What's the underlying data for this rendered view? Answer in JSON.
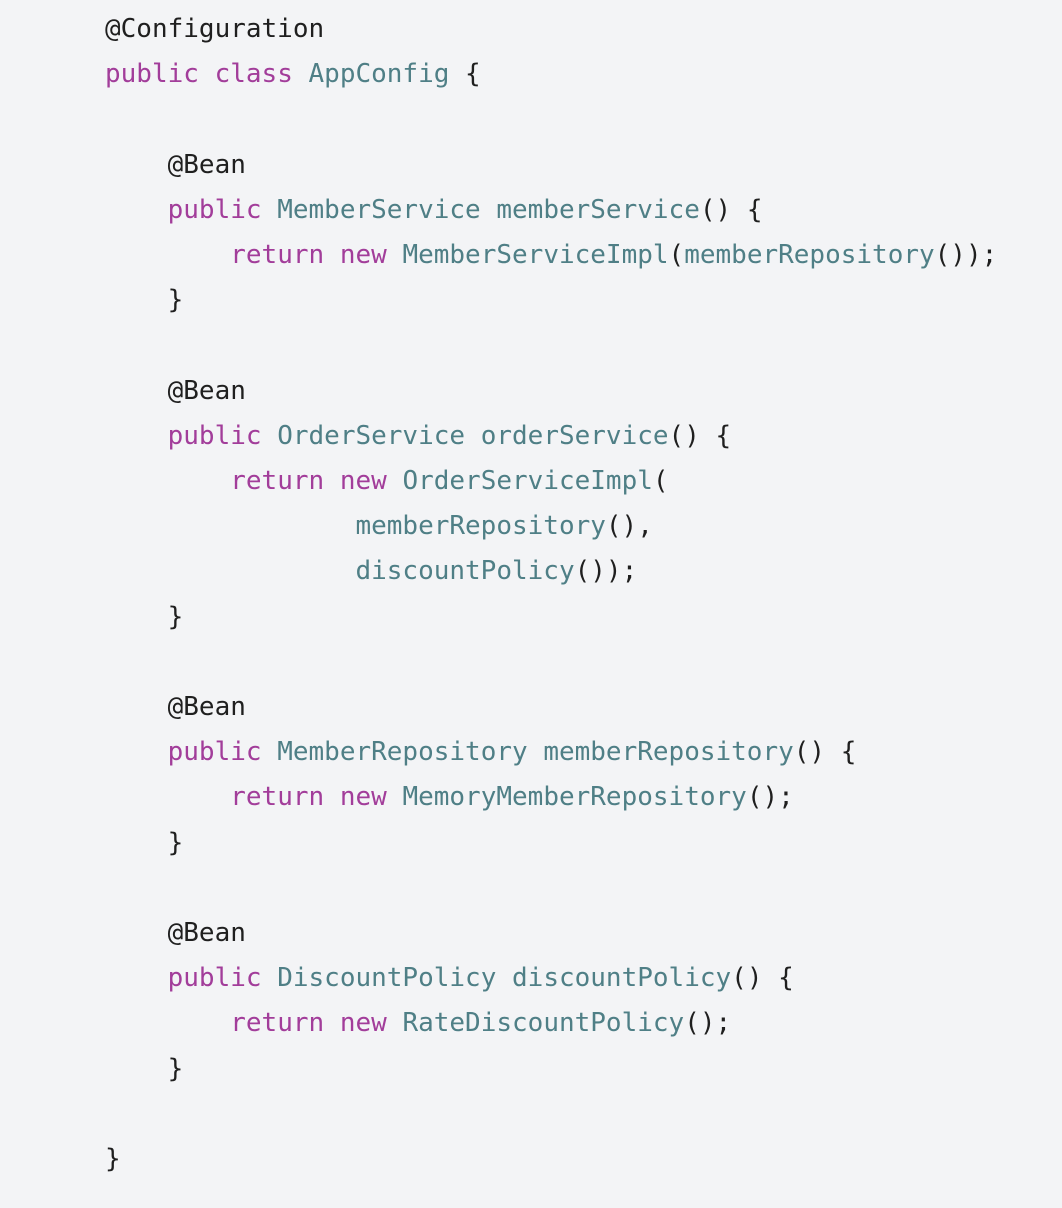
{
  "colors": {
    "background": "#f3f4f6",
    "keyword": "#a23d9a",
    "type": "#4f7f86",
    "plain": "#1f1f1f"
  },
  "code": {
    "lines": [
      {
        "indent": 0,
        "tokens": [
          {
            "t": "annotation",
            "v": "@Configuration"
          }
        ]
      },
      {
        "indent": 0,
        "tokens": [
          {
            "t": "keyword",
            "v": "public"
          },
          {
            "t": "plain",
            "v": " "
          },
          {
            "t": "keyword",
            "v": "class"
          },
          {
            "t": "plain",
            "v": " "
          },
          {
            "t": "type",
            "v": "AppConfig"
          },
          {
            "t": "plain",
            "v": " {"
          }
        ]
      },
      {
        "indent": 0,
        "tokens": []
      },
      {
        "indent": 4,
        "tokens": [
          {
            "t": "annotation",
            "v": "@Bean"
          }
        ]
      },
      {
        "indent": 4,
        "tokens": [
          {
            "t": "keyword",
            "v": "public"
          },
          {
            "t": "plain",
            "v": " "
          },
          {
            "t": "type",
            "v": "MemberService"
          },
          {
            "t": "plain",
            "v": " "
          },
          {
            "t": "fn",
            "v": "memberService"
          },
          {
            "t": "plain",
            "v": "() {"
          }
        ]
      },
      {
        "indent": 8,
        "tokens": [
          {
            "t": "keyword",
            "v": "return"
          },
          {
            "t": "plain",
            "v": " "
          },
          {
            "t": "keyword",
            "v": "new"
          },
          {
            "t": "plain",
            "v": " "
          },
          {
            "t": "type",
            "v": "MemberServiceImpl"
          },
          {
            "t": "plain",
            "v": "("
          },
          {
            "t": "fn",
            "v": "memberRepository"
          },
          {
            "t": "plain",
            "v": "());"
          }
        ]
      },
      {
        "indent": 4,
        "tokens": [
          {
            "t": "plain",
            "v": "}"
          }
        ]
      },
      {
        "indent": 0,
        "tokens": []
      },
      {
        "indent": 4,
        "tokens": [
          {
            "t": "annotation",
            "v": "@Bean"
          }
        ]
      },
      {
        "indent": 4,
        "tokens": [
          {
            "t": "keyword",
            "v": "public"
          },
          {
            "t": "plain",
            "v": " "
          },
          {
            "t": "type",
            "v": "OrderService"
          },
          {
            "t": "plain",
            "v": " "
          },
          {
            "t": "fn",
            "v": "orderService"
          },
          {
            "t": "plain",
            "v": "() {"
          }
        ]
      },
      {
        "indent": 8,
        "tokens": [
          {
            "t": "keyword",
            "v": "return"
          },
          {
            "t": "plain",
            "v": " "
          },
          {
            "t": "keyword",
            "v": "new"
          },
          {
            "t": "plain",
            "v": " "
          },
          {
            "t": "type",
            "v": "OrderServiceImpl"
          },
          {
            "t": "plain",
            "v": "("
          }
        ]
      },
      {
        "indent": 16,
        "tokens": [
          {
            "t": "fn",
            "v": "memberRepository"
          },
          {
            "t": "plain",
            "v": "(),"
          }
        ]
      },
      {
        "indent": 16,
        "tokens": [
          {
            "t": "fn",
            "v": "discountPolicy"
          },
          {
            "t": "plain",
            "v": "());"
          }
        ]
      },
      {
        "indent": 4,
        "tokens": [
          {
            "t": "plain",
            "v": "}"
          }
        ]
      },
      {
        "indent": 0,
        "tokens": []
      },
      {
        "indent": 4,
        "tokens": [
          {
            "t": "annotation",
            "v": "@Bean"
          }
        ]
      },
      {
        "indent": 4,
        "tokens": [
          {
            "t": "keyword",
            "v": "public"
          },
          {
            "t": "plain",
            "v": " "
          },
          {
            "t": "type",
            "v": "MemberRepository"
          },
          {
            "t": "plain",
            "v": " "
          },
          {
            "t": "fn",
            "v": "memberRepository"
          },
          {
            "t": "plain",
            "v": "() {"
          }
        ]
      },
      {
        "indent": 8,
        "tokens": [
          {
            "t": "keyword",
            "v": "return"
          },
          {
            "t": "plain",
            "v": " "
          },
          {
            "t": "keyword",
            "v": "new"
          },
          {
            "t": "plain",
            "v": " "
          },
          {
            "t": "type",
            "v": "MemoryMemberRepository"
          },
          {
            "t": "plain",
            "v": "();"
          }
        ]
      },
      {
        "indent": 4,
        "tokens": [
          {
            "t": "plain",
            "v": "}"
          }
        ]
      },
      {
        "indent": 0,
        "tokens": []
      },
      {
        "indent": 4,
        "tokens": [
          {
            "t": "annotation",
            "v": "@Bean"
          }
        ]
      },
      {
        "indent": 4,
        "tokens": [
          {
            "t": "keyword",
            "v": "public"
          },
          {
            "t": "plain",
            "v": " "
          },
          {
            "t": "type",
            "v": "DiscountPolicy"
          },
          {
            "t": "plain",
            "v": " "
          },
          {
            "t": "fn",
            "v": "discountPolicy"
          },
          {
            "t": "plain",
            "v": "() {"
          }
        ]
      },
      {
        "indent": 8,
        "tokens": [
          {
            "t": "keyword",
            "v": "return"
          },
          {
            "t": "plain",
            "v": " "
          },
          {
            "t": "keyword",
            "v": "new"
          },
          {
            "t": "plain",
            "v": " "
          },
          {
            "t": "type",
            "v": "RateDiscountPolicy"
          },
          {
            "t": "plain",
            "v": "();"
          }
        ]
      },
      {
        "indent": 4,
        "tokens": [
          {
            "t": "plain",
            "v": "}"
          }
        ]
      },
      {
        "indent": 0,
        "tokens": []
      },
      {
        "indent": 0,
        "tokens": [
          {
            "t": "plain",
            "v": "}"
          }
        ]
      }
    ]
  }
}
